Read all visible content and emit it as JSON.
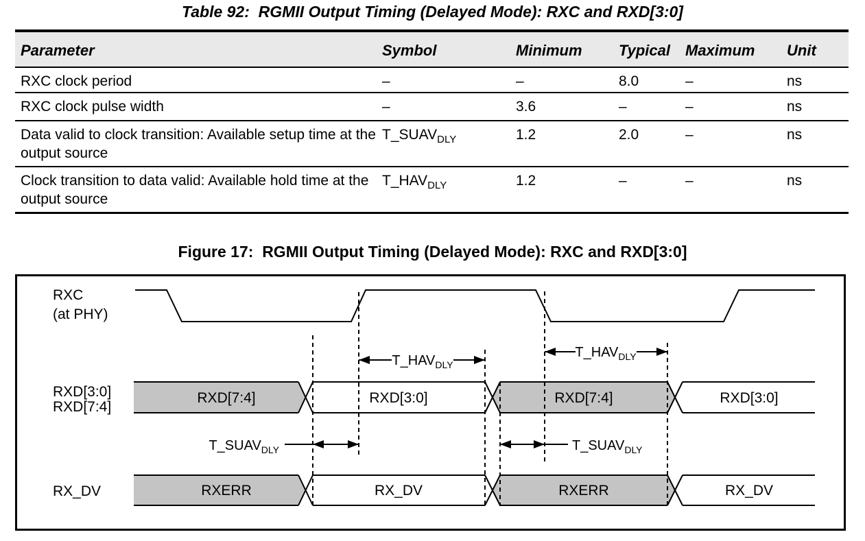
{
  "table": {
    "title": "Table 92:  RGMII Output Timing (Delayed Mode): RXC and RXD[3:0]",
    "columns": [
      "Parameter",
      "Symbol",
      "Minimum",
      "Typical",
      "Maximum",
      "Unit"
    ],
    "rows": [
      {
        "parameter": "RXC clock period",
        "symbol": "–",
        "symbol_sub": "",
        "minimum": "–",
        "typical": "8.0",
        "maximum": "–",
        "unit": "ns"
      },
      {
        "parameter": "RXC clock pulse width",
        "symbol": "–",
        "symbol_sub": "",
        "minimum": "3.6",
        "typical": "–",
        "maximum": "–",
        "unit": "ns"
      },
      {
        "parameter": "Data valid to clock transition: Available setup time at the output source",
        "symbol": "T_SUAV",
        "symbol_sub": "DLY",
        "minimum": "1.2",
        "typical": "2.0",
        "maximum": "–",
        "unit": "ns"
      },
      {
        "parameter": "Clock transition to data valid: Available hold time at the output source",
        "symbol": "T_HAV",
        "symbol_sub": "DLY",
        "minimum": "1.2",
        "typical": "–",
        "maximum": "–",
        "unit": "ns"
      }
    ]
  },
  "figure": {
    "title": "Figure 17:  RGMII Output Timing (Delayed Mode): RXC and RXD[3:0]",
    "labels": {
      "clock_line1": "RXC",
      "clock_line2": "(at PHY)",
      "bus_line1": "RXD[3:0]",
      "bus_line2": "RXD[7:4]",
      "dv": "RX_DV"
    },
    "bus_segments": [
      "RXD[7:4]",
      "RXD[3:0]",
      "RXD[7:4]",
      "RXD[3:0]"
    ],
    "dv_segments": [
      "RXERR",
      "RX_DV",
      "RXERR",
      "RX_DV"
    ],
    "hold_label": {
      "base": "T_HAV",
      "sub": "DLY"
    },
    "setup_label": {
      "base": "T_SUAV",
      "sub": "DLY"
    },
    "colors": {
      "bus_fill": "#c4c4c4",
      "header_bg": "#e9e9e9",
      "line": "#000000"
    }
  }
}
